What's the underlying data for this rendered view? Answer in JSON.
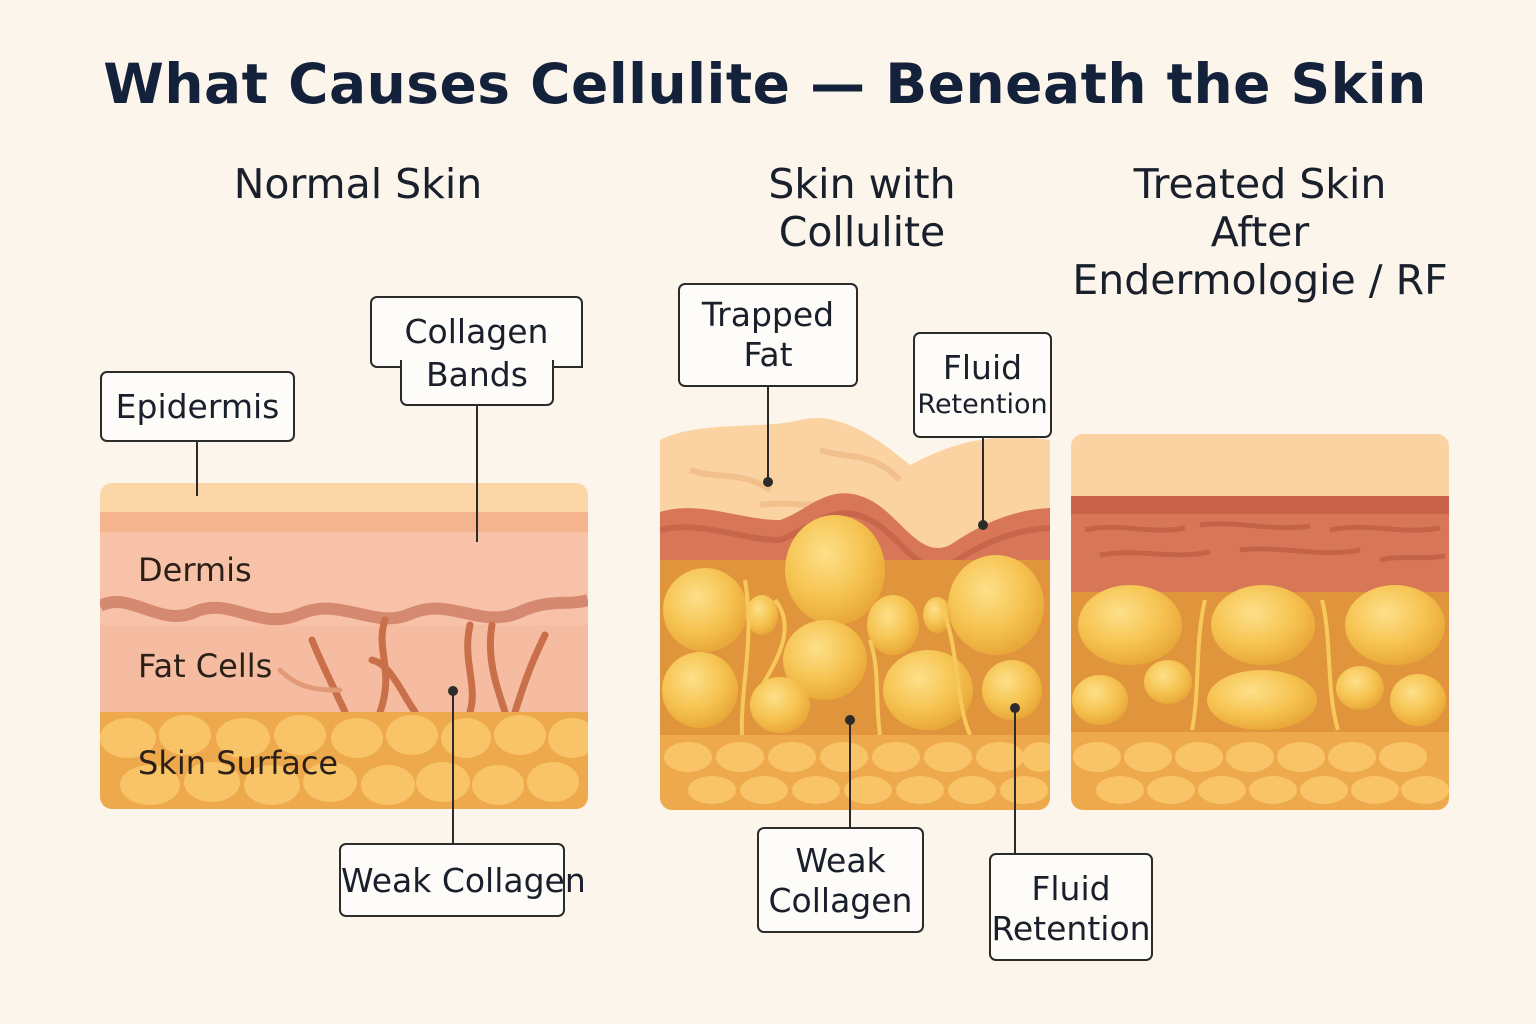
{
  "title": "What Causes Cellulite — Beneath the Skin",
  "panels": {
    "normal": {
      "heading": "Normal Skin",
      "layer_labels": {
        "dermis": "Dermis",
        "fat_cells": "Fat Cells",
        "skin_surface": "Skin Surface"
      },
      "callouts": {
        "epidermis": "Epidermis",
        "collagen_bands_line1": "Collagen",
        "collagen_bands_line2": "Bands",
        "weak_collagen": "Weak Collagen"
      }
    },
    "cellulite": {
      "heading_line1": "Skin with",
      "heading_line2": "Collulite",
      "callouts": {
        "trapped_fat_line1": "Trapped",
        "trapped_fat_line2": "Fat",
        "fluid_retention_top_line1": "Fluid",
        "fluid_retention_top_line2": "Retention",
        "weak_collagen_line1": "Weak",
        "weak_collagen_line2": "Collagen",
        "fluid_retention_bottom_line1": "Fluid",
        "fluid_retention_bottom_line2": "Retention"
      }
    },
    "treated": {
      "heading_line1": "Treated Skin",
      "heading_line2": "After",
      "heading_line3": "Endermologie / RF"
    }
  },
  "colors": {
    "background": "#fcf5ec",
    "epidermis": "#fbd7a8",
    "dermis": "#f7b9a0",
    "dermis_dark": "#c9624a",
    "collagen_band": "#d88466",
    "fat_cell": "#f6c452",
    "fat_cell_light": "#fbd878",
    "fat_matrix": "#e49a3a",
    "title": "#13213a"
  }
}
